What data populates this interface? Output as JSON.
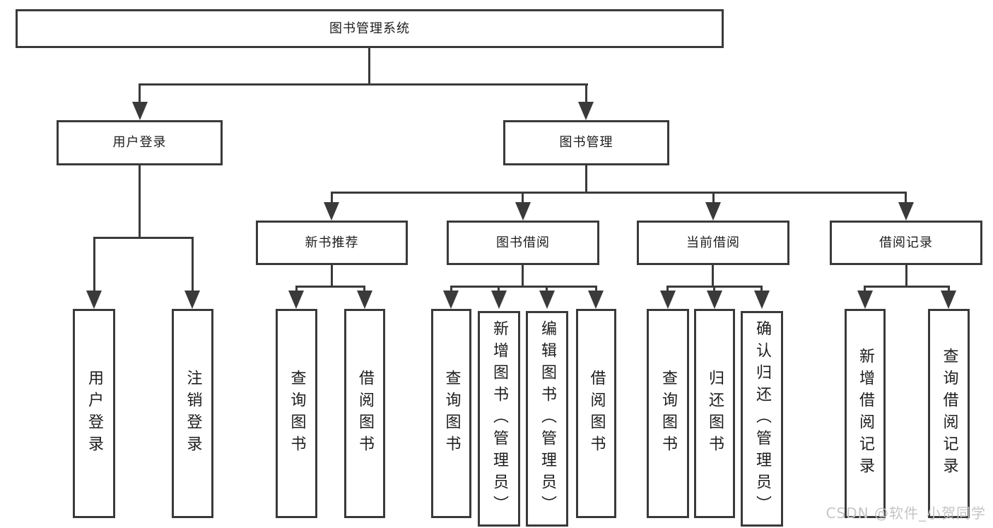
{
  "diagram": {
    "type": "tree",
    "root": {
      "label": "图书管理系统",
      "children": [
        {
          "label": "用户登录",
          "children": [
            {
              "label": "用户登录"
            },
            {
              "label": "注销登录"
            }
          ]
        },
        {
          "label": "图书管理",
          "children": [
            {
              "label": "新书推荐",
              "children": [
                {
                  "label": "查询图书"
                },
                {
                  "label": "借阅图书"
                }
              ]
            },
            {
              "label": "图书借阅",
              "children": [
                {
                  "label": "查询图书"
                },
                {
                  "label": "新增图书（管理员）"
                },
                {
                  "label": "编辑图书（管理员）"
                },
                {
                  "label": "借阅图书"
                }
              ]
            },
            {
              "label": "当前借阅",
              "children": [
                {
                  "label": "查询图书"
                },
                {
                  "label": "归还图书"
                },
                {
                  "label": "确认归还（管理员）"
                }
              ]
            },
            {
              "label": "借阅记录",
              "children": [
                {
                  "label": "新增借阅记录"
                },
                {
                  "label": "查询借阅记录"
                }
              ]
            }
          ]
        }
      ]
    },
    "colors": {
      "line": "#3a3a3a",
      "text": "#1d1d1f",
      "background": "#ffffff",
      "watermark": "#c5c5c5"
    }
  },
  "watermark": {
    "text": "CSDN @软件_小贺同学"
  }
}
